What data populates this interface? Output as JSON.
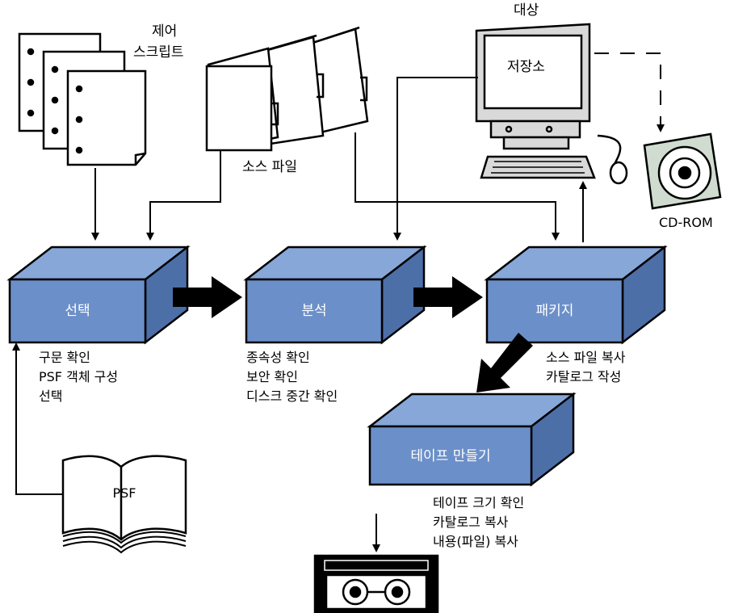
{
  "colors": {
    "box_fill": "#6b8fc9",
    "box_top": "#86a7d8",
    "box_side": "#4d6fa8",
    "stroke": "#000000"
  },
  "labels": {
    "control_scripts": [
      "제어",
      "스크립트"
    ],
    "source_files": "소스 파일",
    "target": "대상",
    "repository": "저장소",
    "cdrom": "CD-ROM",
    "psf": "PSF"
  },
  "stages": {
    "select": {
      "title": "선택",
      "notes": [
        "구문 확인",
        "PSF 객체 구성",
        "선택"
      ]
    },
    "analyze": {
      "title": "분석",
      "notes": [
        "종속성 확인",
        "보안 확인",
        "디스크 중간 확인"
      ]
    },
    "package": {
      "title": "패키지",
      "notes": [
        "소스 파일 복사",
        "카탈로그 작성"
      ]
    },
    "tape": {
      "title": "테이프 만들기",
      "notes": [
        "테이프 크기 확인",
        "카탈로그 복사",
        "내용(파일) 복사"
      ]
    }
  },
  "icons": {
    "documents": "script-documents-icon",
    "folders": "source-folders-icon",
    "computer": "computer-icon",
    "cd": "cdrom-icon",
    "book": "psf-book-icon",
    "tape": "tape-cassette-icon"
  }
}
